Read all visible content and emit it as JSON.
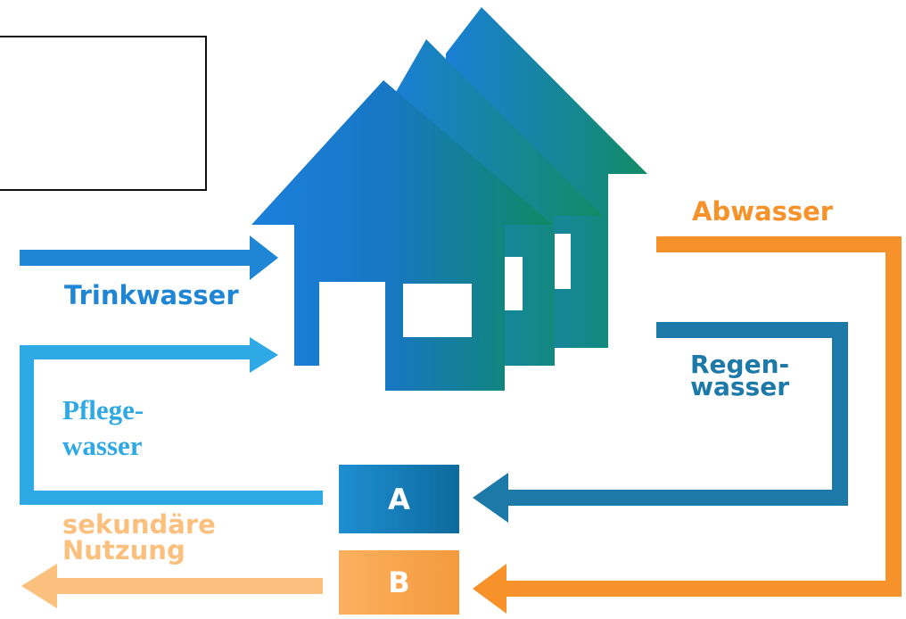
{
  "diagram": {
    "colors": {
      "trinkwasser": "#1e86d4",
      "pflegewasser": "#2fa8e6",
      "abwasser": "#f7922a",
      "regenwasser": "#1d79a8",
      "sekundaer": "#fbbf7e",
      "house_blue": "#1a7ed8",
      "house_green": "#12906a"
    },
    "labels": {
      "trinkwasser": "Trinkwasser",
      "abwasser": "Abwasser",
      "regen_line1": "Regen-",
      "regen_line2": "wasser",
      "pflege_line1": "Pflege-",
      "pflege_line2": "wasser",
      "sek_line1": "sekundäre",
      "sek_line2": "Nutzung"
    },
    "boxes": {
      "a": "A",
      "b": "B"
    },
    "icons": [
      "house-icon",
      "arrow-right-icon",
      "arrow-left-icon"
    ]
  }
}
